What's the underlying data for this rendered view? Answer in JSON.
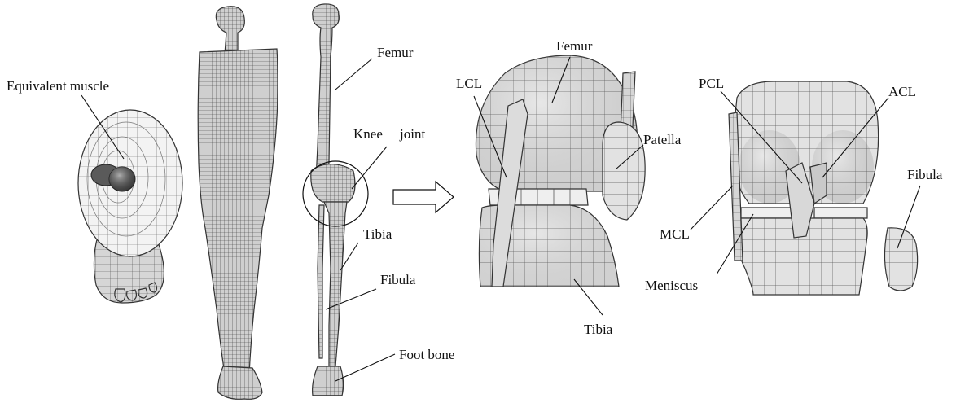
{
  "labels": {
    "equivalent_muscle": "Equivalent muscle",
    "femur_leg": "Femur",
    "knee_joint": "Knee",
    "knee_joint_2": "joint",
    "tibia_leg": "Tibia",
    "fibula_leg": "Fibula",
    "foot_bone": "Foot bone",
    "lcl": "LCL",
    "femur_knee": "Femur",
    "patella": "Patella",
    "tibia_knee": "Tibia",
    "pcl": "PCL",
    "acl": "ACL",
    "mcl": "MCL",
    "fibula_knee": "Fibula",
    "meniscus": "Meniscus"
  }
}
